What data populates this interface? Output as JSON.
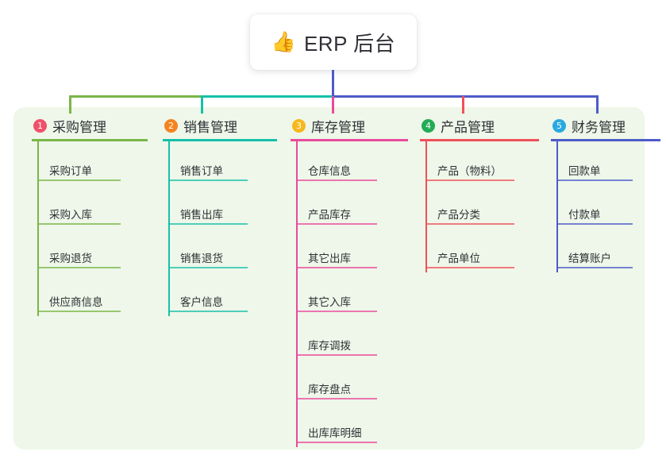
{
  "root": {
    "icon": "thumbs-up-icon",
    "emoji": "👍",
    "title": "ERP 后台"
  },
  "palette": {
    "page_background": "#ffffff",
    "panel_background": "#eef7e9",
    "trunk_line": "#4e5bc8",
    "text": "#2f3136"
  },
  "columns": [
    {
      "number": "1",
      "title": "采购管理",
      "badge_color": "#f0516a",
      "line_color": "#7ab648",
      "connector_color": "#7ab648",
      "items": [
        {
          "label": "采购订单"
        },
        {
          "label": "采购入库"
        },
        {
          "label": "采购退货"
        },
        {
          "label": "供应商信息"
        }
      ]
    },
    {
      "number": "2",
      "title": "销售管理",
      "badge_color": "#f5831f",
      "line_color": "#16c0a8",
      "connector_color": "#16c0a8",
      "items": [
        {
          "label": "销售订单"
        },
        {
          "label": "销售出库"
        },
        {
          "label": "销售退货"
        },
        {
          "label": "客户信息"
        }
      ]
    },
    {
      "number": "3",
      "title": "库存管理",
      "badge_color": "#f6b81d",
      "line_color": "#ea4a9c",
      "connector_color": "#ea4a9c",
      "items": [
        {
          "label": "仓库信息"
        },
        {
          "label": "产品库存"
        },
        {
          "label": "其它出库"
        },
        {
          "label": "其它入库"
        },
        {
          "label": "库存调拨"
        },
        {
          "label": "库存盘点"
        },
        {
          "label": "出库库明细"
        }
      ]
    },
    {
      "number": "4",
      "title": "产品管理",
      "badge_color": "#23ab55",
      "line_color": "#f0505a",
      "connector_color": "#f0505a",
      "items": [
        {
          "label": "产品（物料）"
        },
        {
          "label": "产品分类"
        },
        {
          "label": "产品单位"
        }
      ]
    },
    {
      "number": "5",
      "title": "财务管理",
      "badge_color": "#29a9e0",
      "line_color": "#4e5bc8",
      "connector_color": "#4e5bc8",
      "items": [
        {
          "label": "回款单"
        },
        {
          "label": "付款单"
        },
        {
          "label": "结算账户"
        }
      ]
    }
  ]
}
